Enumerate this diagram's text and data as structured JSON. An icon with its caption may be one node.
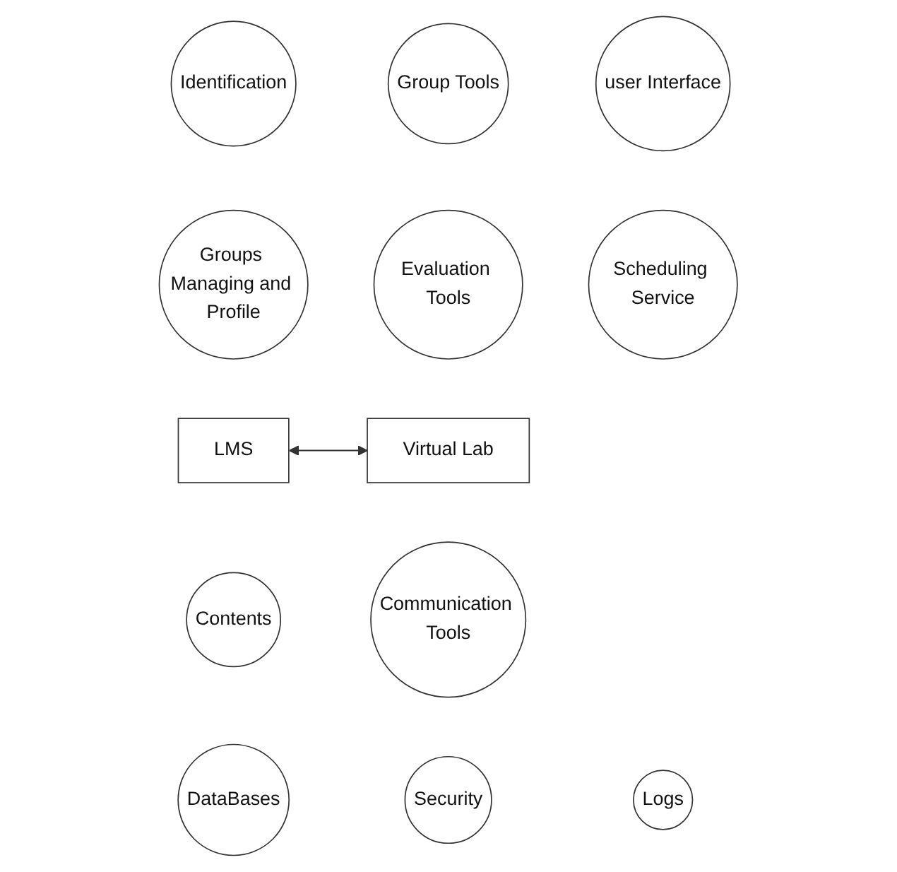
{
  "diagram": {
    "nodes": [
      {
        "text": [
          "Identification"
        ]
      },
      {
        "text": [
          "Group Tools"
        ]
      },
      {
        "text": [
          "user Interface"
        ]
      },
      {
        "text": [
          "Groups Managing and Profile"
        ]
      },
      {
        "text": [
          "Evaluation Tools"
        ]
      },
      {
        "text": [
          "Scheduling Service"
        ]
      },
      {
        "text": [
          "LMS"
        ]
      },
      {
        "text": [
          "Virtual Lab"
        ]
      },
      {
        "text": [
          "Contents"
        ]
      },
      {
        "text": [
          "Communication Tools"
        ]
      },
      {
        "text": [
          "DataBases"
        ]
      },
      {
        "text": [
          "Security"
        ]
      },
      {
        "text": [
          "Logs"
        ]
      }
    ],
    "edges": [
      {
        "from": 6,
        "to": 7,
        "arrow": "both"
      }
    ]
  }
}
